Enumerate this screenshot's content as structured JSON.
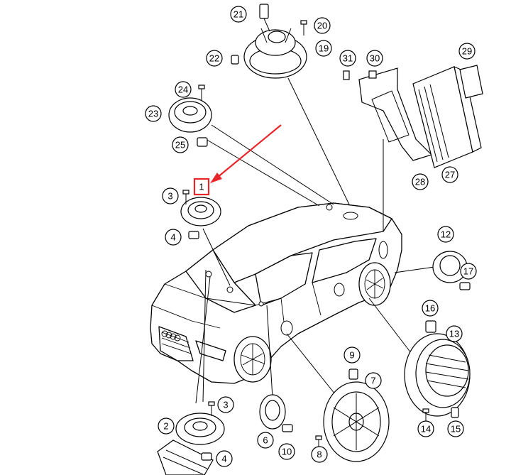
{
  "diagram": {
    "labels": [
      {
        "id": "1",
        "text": "1",
        "boxed": true
      },
      {
        "id": "2",
        "text": "2"
      },
      {
        "id": "3a",
        "text": "3"
      },
      {
        "id": "3b",
        "text": "3"
      },
      {
        "id": "4a",
        "text": "4"
      },
      {
        "id": "4b",
        "text": "4"
      },
      {
        "id": "6",
        "text": "6"
      },
      {
        "id": "7",
        "text": "7"
      },
      {
        "id": "8",
        "text": "8"
      },
      {
        "id": "9",
        "text": "9"
      },
      {
        "id": "10",
        "text": "10"
      },
      {
        "id": "12",
        "text": "12"
      },
      {
        "id": "13",
        "text": "13"
      },
      {
        "id": "14",
        "text": "14"
      },
      {
        "id": "15",
        "text": "15"
      },
      {
        "id": "16",
        "text": "16"
      },
      {
        "id": "17",
        "text": "17"
      },
      {
        "id": "19",
        "text": "19"
      },
      {
        "id": "20",
        "text": "20"
      },
      {
        "id": "21",
        "text": "21"
      },
      {
        "id": "22",
        "text": "22"
      },
      {
        "id": "23",
        "text": "23"
      },
      {
        "id": "24",
        "text": "24"
      },
      {
        "id": "25",
        "text": "25"
      },
      {
        "id": "27",
        "text": "27"
      },
      {
        "id": "28",
        "text": "28"
      },
      {
        "id": "29",
        "text": "29"
      },
      {
        "id": "30",
        "text": "30"
      },
      {
        "id": "31",
        "text": "31"
      }
    ],
    "highlight_color": "#e8262a",
    "line_color": "#000000"
  }
}
